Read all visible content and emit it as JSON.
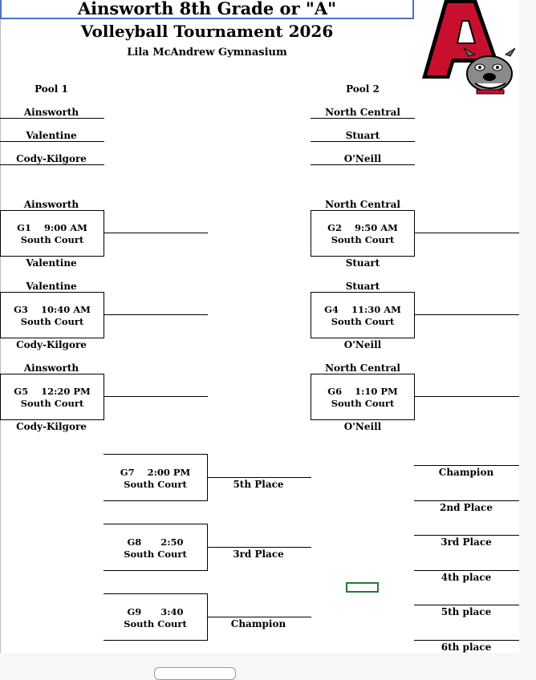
{
  "header": {
    "title_line1": "Ainsworth 8th Grade or \"A\"",
    "title_line2": "Volleyball Tournament 2026",
    "venue": "Lila McAndrew Gymnasium"
  },
  "pools": {
    "pool1": {
      "label": "Pool 1",
      "teams": [
        "Ainsworth",
        "Valentine",
        "Cody-Kilgore"
      ]
    },
    "pool2": {
      "label": "Pool 2",
      "teams": [
        "North Central",
        "Stuart",
        "O'Neill"
      ]
    }
  },
  "games": {
    "g1": {
      "top": "Ainsworth",
      "bottom": "Valentine",
      "id": "G1",
      "time": "9:00 AM",
      "court": "South Court"
    },
    "g2": {
      "top": "North Central",
      "bottom": "Stuart",
      "id": "G2",
      "time": "9:50 AM",
      "court": "South Court"
    },
    "g3": {
      "top": "Valentine",
      "bottom": "Cody-Kilgore",
      "id": "G3",
      "time": "10:40 AM",
      "court": "South Court"
    },
    "g4": {
      "top": "Stuart",
      "bottom": "O'Neill",
      "id": "G4",
      "time": "11:30 AM",
      "court": "South Court"
    },
    "g5": {
      "top": "Ainsworth",
      "bottom": "Cody-Kilgore",
      "id": "G5",
      "time": "12:20 PM",
      "court": "South Court"
    },
    "g6": {
      "top": "North Central",
      "bottom": "O'Neill",
      "id": "G6",
      "time": "1:10 PM",
      "court": "South Court"
    },
    "g7": {
      "id": "G7",
      "time": "2:00 PM",
      "court": "South Court",
      "result": "5th Place"
    },
    "g8": {
      "id": "G8",
      "time": "2:50",
      "court": "South Court",
      "result": "3rd Place"
    },
    "g9": {
      "id": "G9",
      "time": "3:40",
      "court": "South Court",
      "result": "Champion"
    }
  },
  "standings": [
    "Champion",
    "2nd Place",
    "3rd Place",
    "4th place",
    "5th place",
    "6th place"
  ],
  "logo": {
    "letter": "A",
    "icon": "bulldog-mascot-icon",
    "colors": {
      "letter": "#c8102e",
      "outline": "#000000",
      "dog": "#8a8a8a"
    }
  },
  "colors": {
    "title_border": "#4a6fc7",
    "selection": "#1f7a3a"
  }
}
